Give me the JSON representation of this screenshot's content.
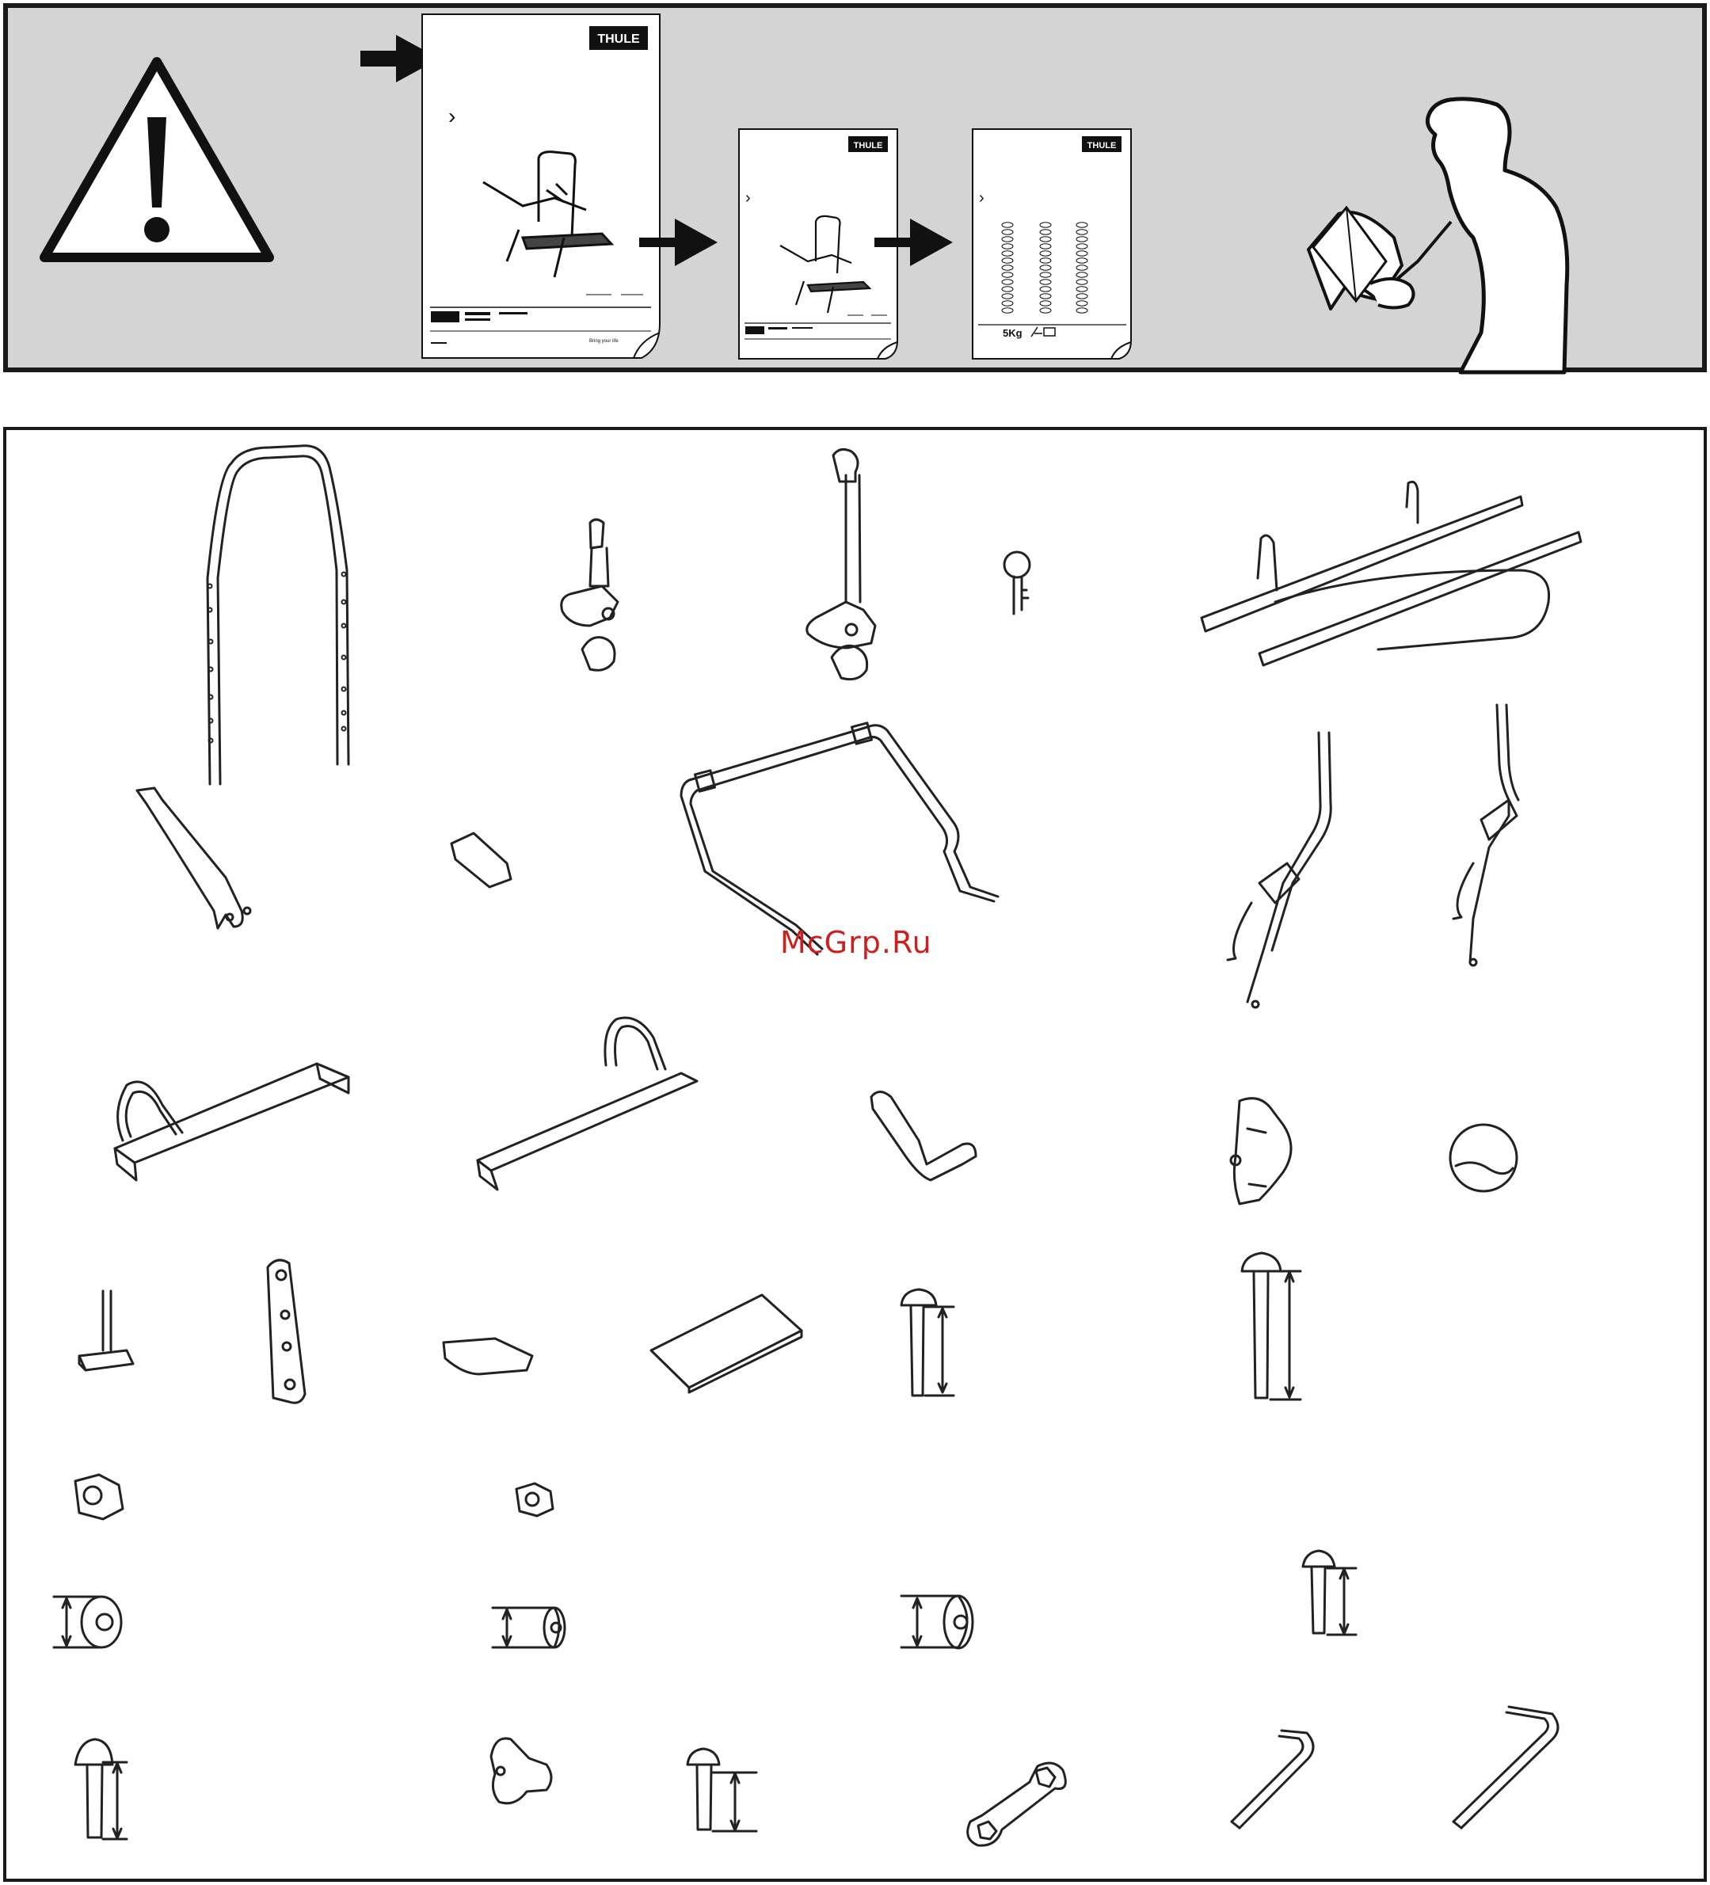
{
  "top": {
    "brand": "THULE",
    "doc_chevron": "›",
    "doc_footer": "Bring your life",
    "weight_label": "5Kg"
  },
  "watermark": "McGrp.Ru"
}
